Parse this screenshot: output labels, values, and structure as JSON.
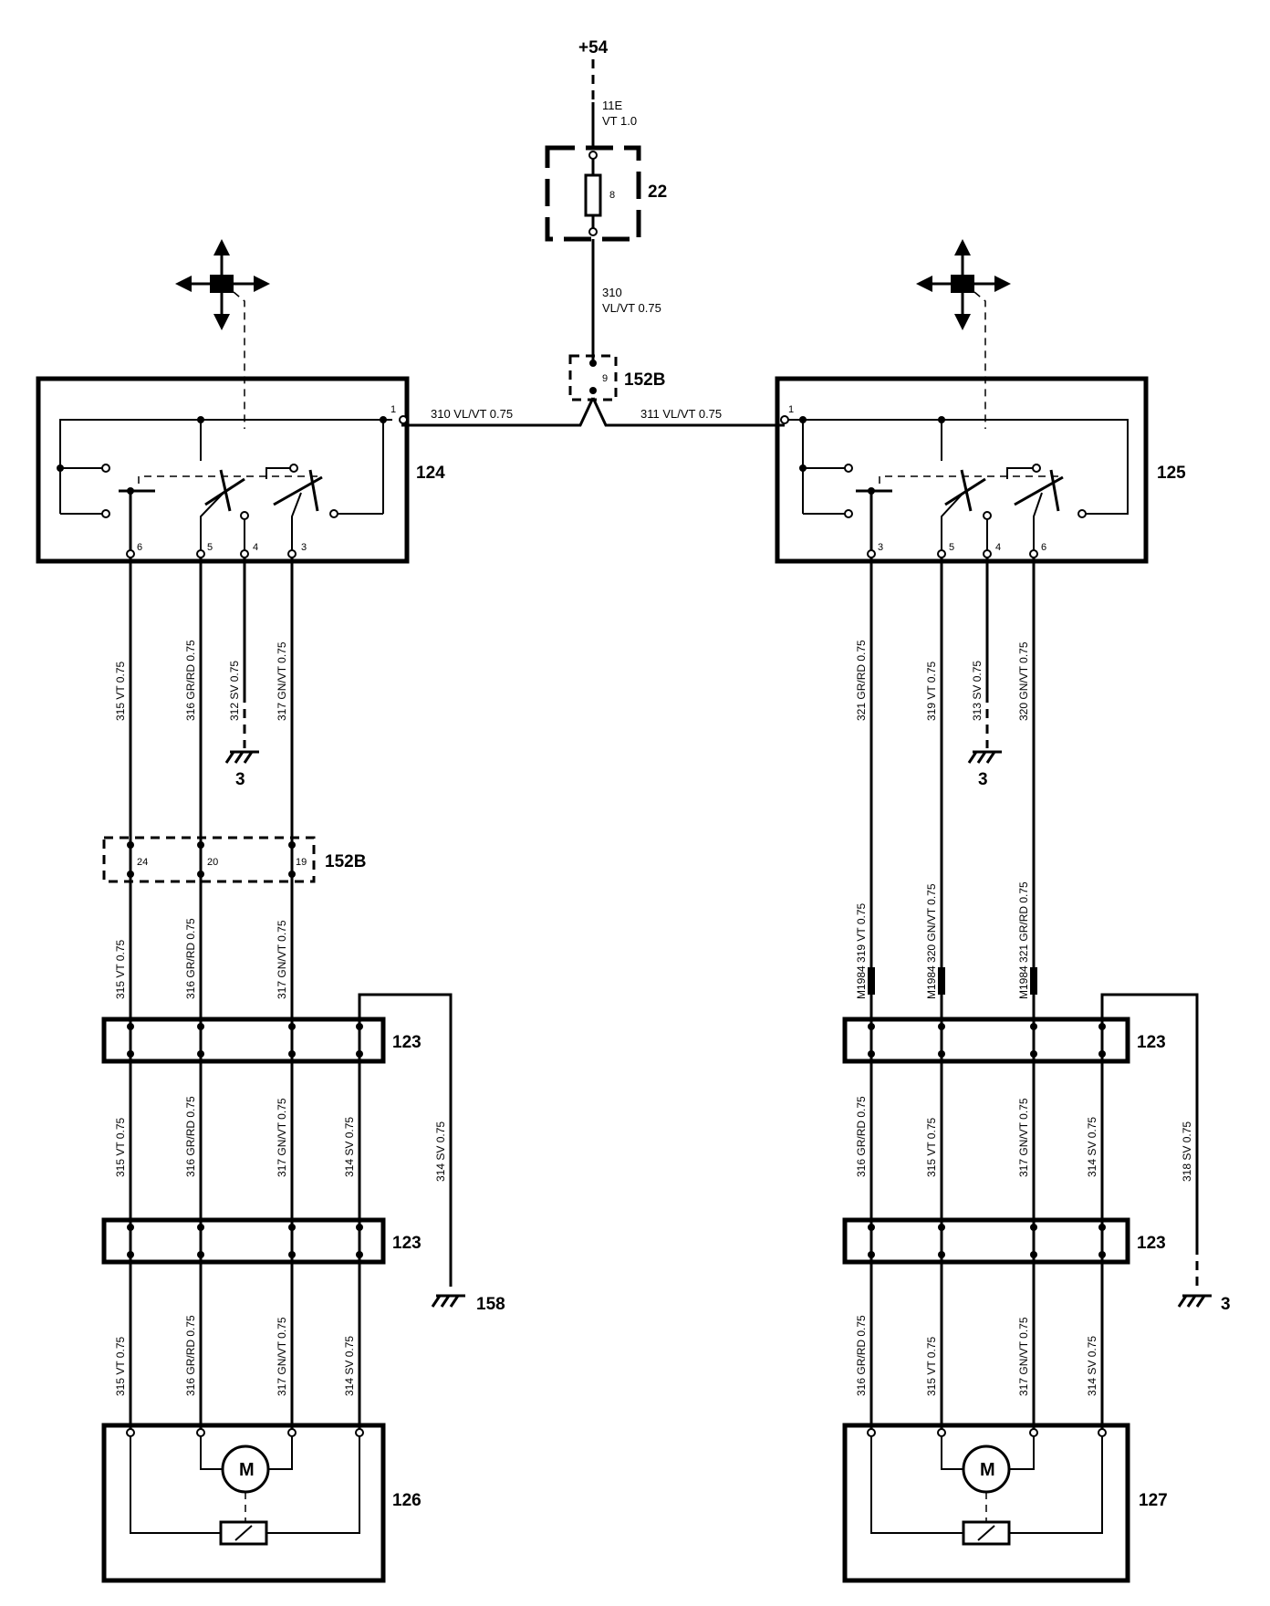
{
  "supply": {
    "label": "+54",
    "wire_id": "11E",
    "wire_spec": "VT 1.0"
  },
  "fuse_box": {
    "id": "22",
    "fuse_no": "8"
  },
  "feed_wire": {
    "id": "310",
    "spec": "VL/VT 0.75"
  },
  "connector_top": {
    "id": "152B",
    "pin": "9"
  },
  "left_switch": {
    "id": "124",
    "feed_label": "310 VL/VT 0.75",
    "pins": [
      "1",
      "6",
      "5",
      "4",
      "3"
    ]
  },
  "right_switch": {
    "id": "125",
    "feed_label": "311 VL/VT 0.75",
    "pins": [
      "1",
      "3",
      "5",
      "4",
      "6"
    ]
  },
  "left_upper_wires": [
    "315 VT 0.75",
    "316 GR/RD 0.75",
    "312 SV 0.75",
    "317 GN/VT 0.75"
  ],
  "right_upper_wires": [
    "321 GR/RD 0.75",
    "319 VT 0.75",
    "313 SV 0.75",
    "320 GN/VT 0.75"
  ],
  "ground_left": "3",
  "ground_right": "3",
  "connector_mid": {
    "id": "152B",
    "pins": [
      "24",
      "20",
      "19"
    ]
  },
  "left_mid_wires": [
    "315 VT 0.75",
    "316 GR/RD 0.75",
    "317 GN/VT 0.75"
  ],
  "right_mid_wires": [
    "M1984 319 VT 0.75",
    "M1984 320 GN/VT 0.75",
    "M1984 321 GR/RD 0.75"
  ],
  "connector_123": "123",
  "left_lower_wires": [
    "315 VT 0.75",
    "316 GR/RD 0.75",
    "317 GN/VT 0.75",
    "314 SV 0.75"
  ],
  "left_ground_wire": "314 SV 0.75",
  "left_ground_id": "158",
  "right_lower_wires": [
    "316 GR/RD 0.75",
    "315 VT 0.75",
    "317 GN/VT 0.75",
    "314 SV 0.75"
  ],
  "right_ground_wire": "318 SV 0.75",
  "right_ground_id": "3",
  "left_bottom_wires": [
    "315 VT 0.75",
    "316 GR/RD 0.75",
    "317 GN/VT 0.75",
    "314 SV 0.75"
  ],
  "right_bottom_wires": [
    "316 GR/RD 0.75",
    "315 VT 0.75",
    "317 GN/VT 0.75",
    "314 SV 0.75"
  ],
  "left_mirror": {
    "id": "126",
    "motor_label": "M"
  },
  "right_mirror": {
    "id": "127",
    "motor_label": "M"
  }
}
